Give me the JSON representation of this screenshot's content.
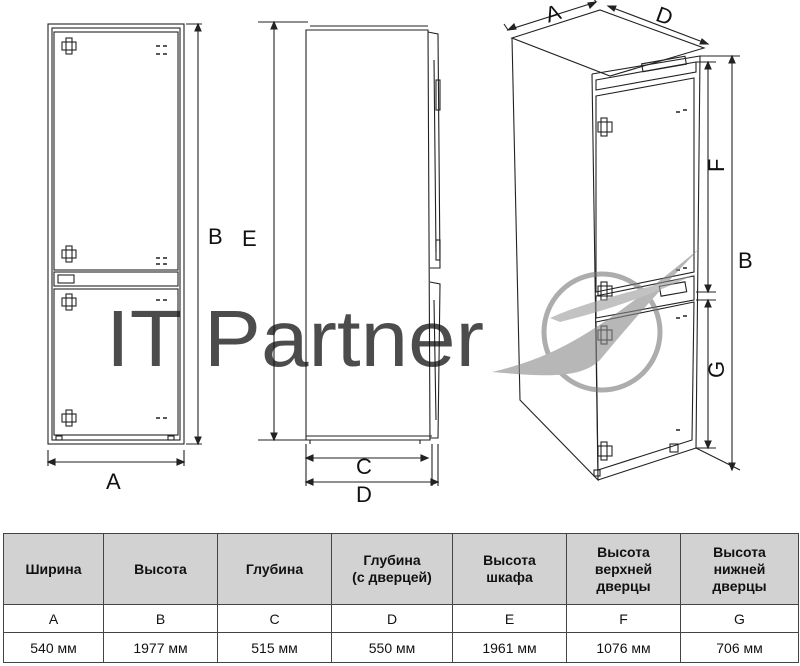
{
  "watermark": "IT Partner",
  "labels": {
    "front_width": "A",
    "front_height": "B",
    "side_height": "E",
    "side_depth": "C",
    "side_depth_door": "D",
    "iso_width": "A",
    "iso_depth": "D",
    "iso_upper_door": "F",
    "iso_lower_door": "G",
    "iso_height": "B"
  },
  "table": {
    "headers": [
      "Ширина",
      "Высота",
      "Глубина",
      "Глубина\n(с дверцей)",
      "Высота\nшкафа",
      "Высота\nверхней\nдверцы",
      "Высота\nнижней\nдверцы"
    ],
    "letters": [
      "A",
      "B",
      "C",
      "D",
      "E",
      "F",
      "G"
    ],
    "values": [
      "540 мм",
      "1977 мм",
      "515 мм",
      "550 мм",
      "1961 мм",
      "1076 мм",
      "706 мм"
    ]
  },
  "colors": {
    "line": "#222222",
    "header_bg": "#d2d2d2",
    "watermark": "#8a8a8a"
  }
}
